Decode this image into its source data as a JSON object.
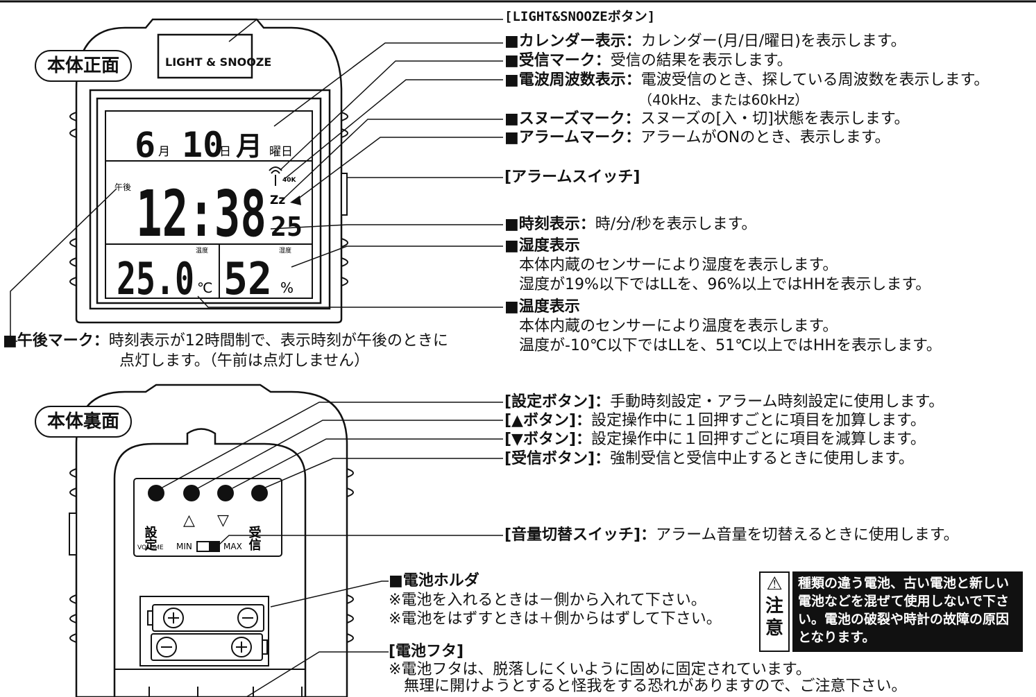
{
  "front": {
    "section_label": "本体正面",
    "top_button_label": "LIGHT & SNOOZE",
    "lcd": {
      "month": "6",
      "month_unit": "月",
      "day": "10",
      "day_unit": "日",
      "weekday": "月",
      "weekday_unit": "曜日",
      "pm": "午後",
      "time": "12:38",
      "seconds": "25",
      "freq": "40K",
      "snooze": "Zz",
      "temp_caption": "温度",
      "temperature": "25.0",
      "temp_unit": "℃",
      "hum_caption": "湿度",
      "humidity": "52",
      "hum_unit": "%"
    }
  },
  "back": {
    "section_label": "本体裏面",
    "btn_labels": [
      "設定",
      "△",
      "▽",
      "受信"
    ],
    "volume": "VOLUME",
    "vol_min": "MIN",
    "vol_max": "MAX"
  },
  "callouts": {
    "light_snooze": "[LIGHT&SNOOZEボタン]",
    "calendar_title": "■カレンダー表示：",
    "calendar_desc": "カレンダー(月/日/曜日)を表示します。",
    "reception_title": "■受信マーク：",
    "reception_desc": "受信の結果を表示します。",
    "frequency_title": "■電波周波数表示：",
    "frequency_desc": "電波受信のとき、探している周波数を表示します。",
    "frequency_note": "（40kHz、または60kHz）",
    "snooze_title": "■スヌーズマーク：",
    "snooze_desc": "スヌーズの[入・切]状態を表示します。",
    "alarm_mark_title": "■アラームマーク：",
    "alarm_mark_desc": "アラームがONのとき、表示します。",
    "alarm_switch": "[アラームスイッチ]",
    "time_title": "■時刻表示：",
    "time_desc": "時/分/秒を表示します。",
    "humidity_title": "■湿度表示",
    "humidity_l1": "本体内蔵のセンサーにより湿度を表示します。",
    "humidity_l2": "湿度が19%以下ではLLを、96%以上ではHHを表示します。",
    "temperature_title": "■温度表示",
    "temperature_l1": "本体内蔵のセンサーにより温度を表示します。",
    "temperature_l2": "温度が-10℃以下ではLLを、51℃以上ではHHを表示します。",
    "pm_title": "■午後マーク：",
    "pm_l1": "時刻表示が12時間制で、表示時刻が午後のときに",
    "pm_l2": "点灯します。（午前は点灯しません）",
    "set_button_title": "[設定ボタン]：",
    "set_button_desc": "手動時刻設定・アラーム時刻設定に使用します。",
    "up_button_title": "[▲ボタン]：",
    "up_button_desc": "設定操作中に１回押すごとに項目を加算します。",
    "down_button_title": "[▼ボタン]：",
    "down_button_desc": "設定操作中に１回押すごとに項目を減算します。",
    "receive_button_title": "[受信ボタン]：",
    "receive_button_desc": "強制受信と受信中止するときに使用します。",
    "volume_title": "[音量切替スイッチ]：",
    "volume_desc": "アラーム音量を切替えるときに使用します。",
    "battery_holder_title": "■電池ホルダ",
    "battery_holder_l1": "※電池を入れるときは－側から入れて下さい。",
    "battery_holder_l2": "※電池をはずすときは＋側からはずして下さい。",
    "battery_cover_title": "[電池フタ]",
    "battery_cover_l1": "※電池フタは、脱落しにくいように固めに固定されています。",
    "battery_cover_l2": "無理に開けようとすると怪我をする恐れがありますので、ご注意下さい。"
  },
  "caution": {
    "sign": "⚠",
    "chars": [
      "注",
      "意"
    ],
    "text": "種類の違う電池、古い電池と新しい電池などを混ぜて使用しないで下さい。電池の破裂や時計の故障の原因となります。"
  }
}
